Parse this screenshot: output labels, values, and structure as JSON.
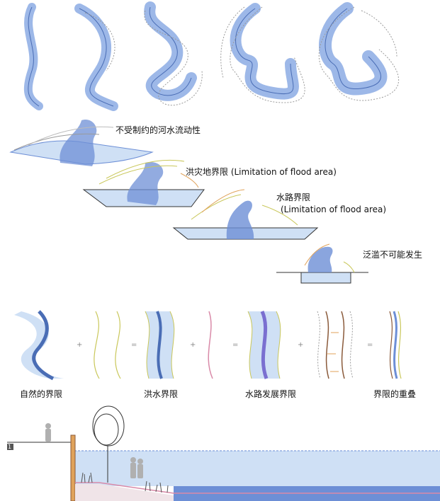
{
  "stage_labels": {
    "free_flow": "不受制约的河水流动性",
    "flood_limit": "洪灾地界限 (Limitation of flood area)",
    "water_limit_title": "水路界限",
    "water_limit_sub": "(Limitation of flood area)",
    "no_overflow": "泛滥不可能发生"
  },
  "boundary_labels": {
    "natural": "自然的界限",
    "flood": "洪水界限",
    "waterway": "水路发展界限",
    "overlap": "界限的重叠"
  },
  "operators": [
    "+",
    "=",
    "+",
    "=",
    "+",
    "="
  ],
  "section": {
    "marker": "1"
  },
  "colors": {
    "water": "#9db8e8",
    "water_light": "#cfe0f5",
    "channel": "#6d8fd6",
    "dashed": "#9a9a9a",
    "flood_line": "#c9c75a",
    "bank_orange": "#e0a25a",
    "bank_pink": "#d98aa8",
    "bank_brown": "#8a5a3a"
  }
}
